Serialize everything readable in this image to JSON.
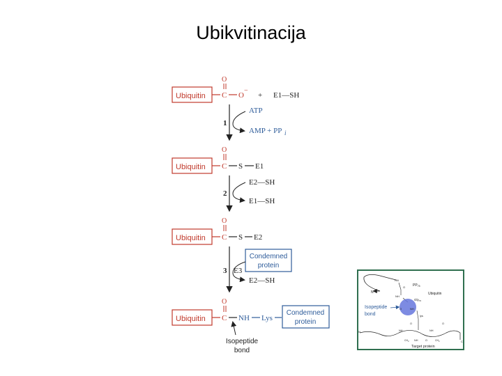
{
  "page": {
    "title": "Ubikvitinacija"
  },
  "colors": {
    "red": "#c0392b",
    "blue": "#2e5c9a",
    "black": "#222222",
    "green_frame": "#2f6f4f",
    "purple": "#6677dd"
  },
  "mechanism": {
    "ubiquitin_label": "Ubiquitin",
    "carbon": "C",
    "oxygen": "O",
    "row1": {
      "o_minus": "O",
      "minus": "−",
      "plus": "+",
      "e1sh": "E1—SH"
    },
    "step1": {
      "num": "1",
      "atp": "ATP",
      "amp": "AMP + PP",
      "i": "i"
    },
    "row2": {
      "s": "S",
      "e1": "E1"
    },
    "step2": {
      "num": "2",
      "e2sh": "E2—SH",
      "e1sh": "E1—SH"
    },
    "row3": {
      "s": "S",
      "e2": "E2"
    },
    "step3": {
      "num": "3",
      "e3": "E3",
      "condemned_line1": "Condemned",
      "condemned_line2": "protein",
      "e2sh": "E2—SH"
    },
    "row4": {
      "nh": "NH",
      "lys": "Lys",
      "condemned_line1": "Condemned",
      "condemned_line2": "protein"
    },
    "isopeptide_line1": "Isopeptide",
    "isopeptide_line2": "bond"
  },
  "inset": {
    "pp75": "PP",
    "pp75_sub": "75",
    "ubiquitin": "Ubiquitin",
    "gly76": "Gly",
    "gly76_sub": "76",
    "lys": "lys",
    "isopeptide_line1": "Isopeptide",
    "isopeptide_line2": "bond",
    "target_protein": "Target protein",
    "n_left": "N",
    "c_right": "C",
    "hn": "HN",
    "nh": "NH",
    "o": "O",
    "ch2": "CH",
    "ch2_sub": "2"
  }
}
